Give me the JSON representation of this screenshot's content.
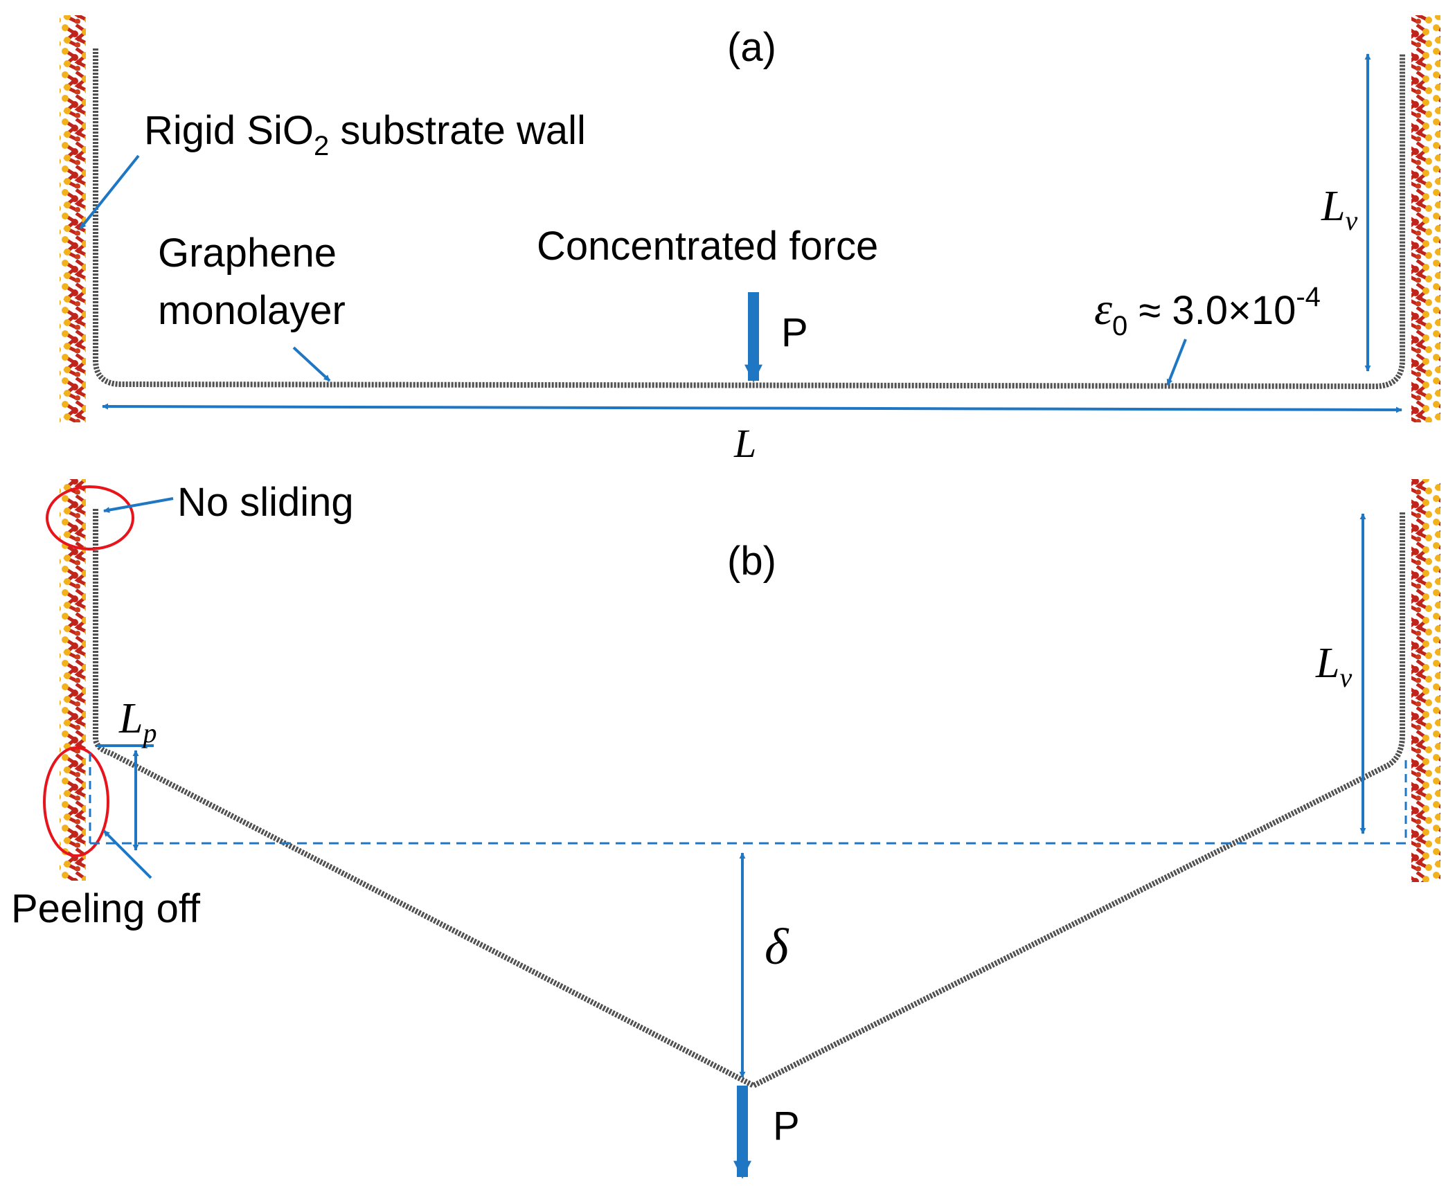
{
  "panel_a": {
    "tag": "(a)",
    "wall_label_pre": "Rigid SiO",
    "wall_label_sub": "2",
    "wall_label_post": " substrate wall",
    "graphene_label_line1": "Graphene",
    "graphene_label_line2": "monolayer",
    "force_label": "Concentrated force",
    "load_label": "P",
    "strain_symbol": "ε",
    "strain_sub": "0",
    "strain_value": " ≈ 3.0×10",
    "strain_exp": "-4",
    "lv_main": "L",
    "lv_sub": "v",
    "length_label": "L"
  },
  "panel_b": {
    "tag": "(b)",
    "no_sliding_label": "No sliding",
    "peeling_label": "Peeling off",
    "lp_main": "L",
    "lp_sub": "p",
    "lv_main": "L",
    "lv_sub": "v",
    "delta_label": "δ",
    "load_label": "P"
  },
  "colors": {
    "arrow_blue": "#1f77c4",
    "circle_red": "#e8141c",
    "graphene_gray": "#505050",
    "wall_red": "#c0241a",
    "wall_yellow": "#f2b21c"
  }
}
